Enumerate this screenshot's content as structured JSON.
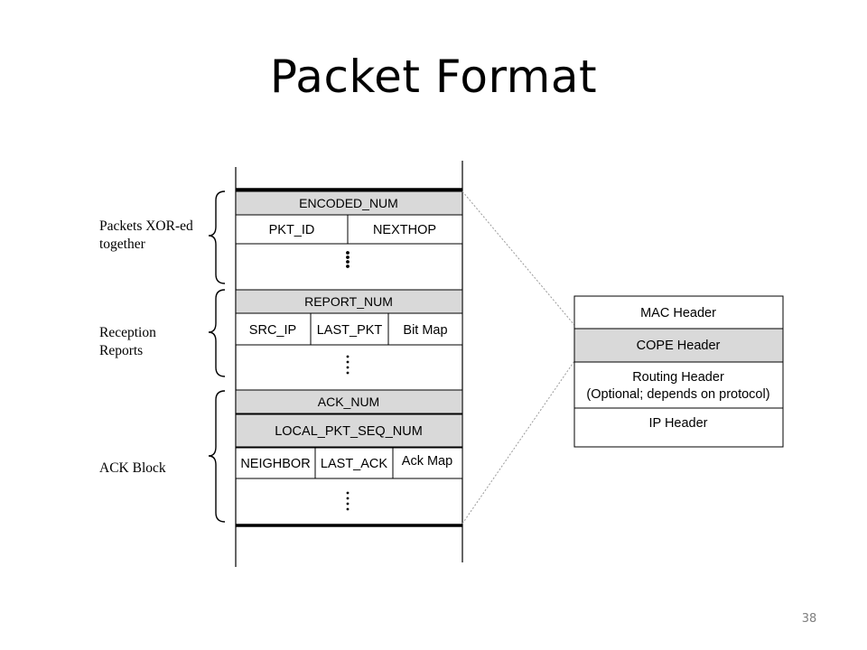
{
  "slide": {
    "title": "Packet Format",
    "page_number": "38"
  },
  "packet": {
    "groups": [
      {
        "label": "Packets XOR-ed\ntogether"
      },
      {
        "label": "Reception\nReports"
      },
      {
        "label": "ACK Block"
      }
    ],
    "encoded_block": {
      "header": "ENCODED_NUM",
      "fields": [
        "PKT_ID",
        "NEXTHOP"
      ]
    },
    "report_block": {
      "header": "REPORT_NUM",
      "fields": [
        "SRC_IP",
        "LAST_PKT",
        "Bit Map"
      ]
    },
    "ack_block": {
      "header": "ACK_NUM",
      "sub_header": "LOCAL_PKT_SEQ_NUM",
      "fields": [
        "NEIGHBOR",
        "LAST_ACK",
        "Ack Map"
      ]
    }
  },
  "header_stack": {
    "rows": [
      {
        "lines": [
          "MAC Header"
        ]
      },
      {
        "lines": [
          "COPE Header"
        ]
      },
      {
        "lines": [
          "Routing Header",
          "(Optional; depends on protocol)"
        ]
      },
      {
        "lines": [
          "IP Header"
        ]
      }
    ]
  },
  "colors": {
    "shaded_cell": "#d9d9d9",
    "line": "#000000",
    "dotted_connector": "#9a9a9a"
  }
}
